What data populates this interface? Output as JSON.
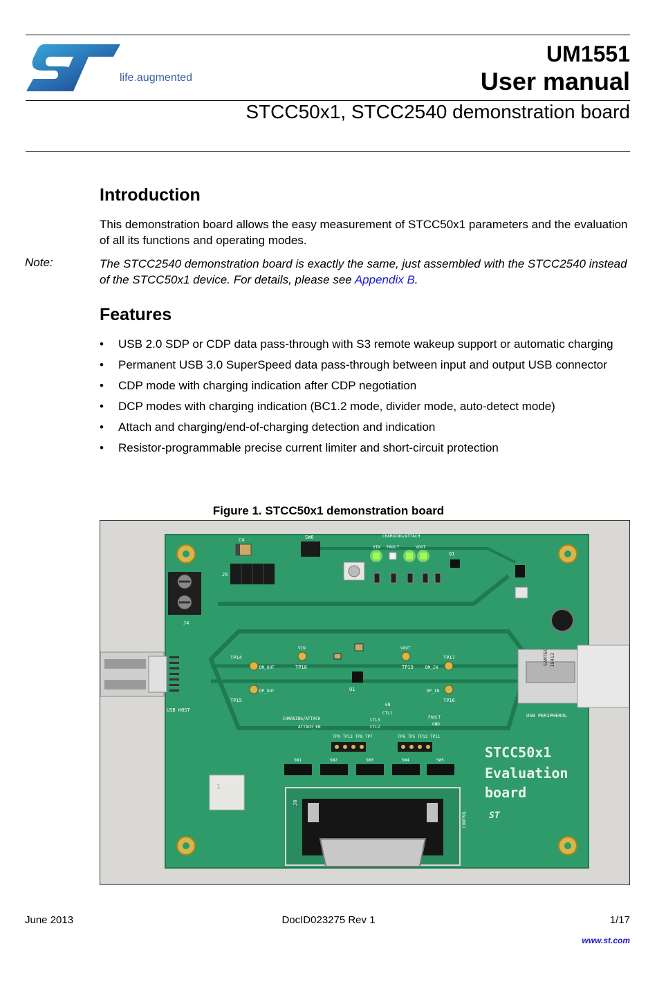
{
  "header": {
    "tagline_pre": "life",
    "tagline_dot": ".",
    "tagline_post": "augmented",
    "doc_id": "UM1551",
    "doc_type": "User manual",
    "subtitle": "STCC50x1, STCC2540 demonstration board"
  },
  "intro": {
    "heading": "Introduction",
    "paragraph": "This demonstration board allows the easy measurement of STCC50x1 parameters and the evaluation of all its functions and operating modes."
  },
  "note": {
    "label": "Note:",
    "text_before": "The STCC2540 demonstration board is exactly the same, just assembled with the STCC2540 instead of the STCC50x1 device. For details, please see ",
    "link_text": "Appendix B",
    "text_after": "."
  },
  "features": {
    "heading": "Features",
    "bullet": "•",
    "items": [
      "USB 2.0 SDP or CDP data pass-through with S3 remote wakeup support or automatic charging",
      "Permanent USB 3.0 SuperSpeed data pass-through between input and output USB connector",
      "CDP mode with charging indication after CDP negotiation",
      "DCP modes with charging indication (BC1.2 mode, divider mode, auto-detect mode)",
      "Attach and charging/end-of-charging detection and indication",
      "Resistor-programmable precise current limiter and short-circuit protection"
    ]
  },
  "figure": {
    "caption": "Figure 1. STCC50x1 demonstration board",
    "board": {
      "cap_c4": "C4",
      "switch_sw6": "SW6",
      "label_charging": "CHARGING/ATTACH",
      "label_fault": "FAULT",
      "label_vout_top": "VOUT",
      "label_vin_top": "VIN",
      "label_q1": "Q1",
      "label_j5": "J5",
      "label_j4": "J4",
      "label_tp18": "TP18",
      "label_tp19": "TP19",
      "label_tp14": "TP14",
      "label_tp15": "TP15",
      "label_tp16": "TP16",
      "label_tp17": "TP17",
      "label_vin": "VIN",
      "label_vout": "VOUT",
      "label_dm_out": "DM_OUT",
      "label_dp_out": "DP_OUT",
      "label_dm_in": "DM_IN",
      "label_dp_in": "DP_IN",
      "label_usb_host": "USB HOST",
      "label_usb_peripheral": "USB PERIPHERAL",
      "label_u1": "U1",
      "label_en": "EN",
      "label_ctl1": "CTL1",
      "label_ctl2": "CTL2",
      "label_ctl3": "CTL3",
      "label_gnd": "GND",
      "label_attach_en": "ATTACH_EN",
      "label_charging_attach2": "CHARGING/ATTACH",
      "label_sw1": "SW1",
      "label_sw2": "SW2",
      "label_sw3": "SW3",
      "label_sw4": "SW4",
      "label_sw5": "SW5",
      "label_j6": "J6",
      "label_control": "CONTROL",
      "label_samtec": "SAMTEC",
      "label_samtec_num": "10413",
      "board_title_1": "STCC50x1",
      "board_title_2": "Evaluation",
      "board_title_3": "board",
      "logo_text": "ST",
      "test_square": "1",
      "tp_group_left": "TP9  TP13  TP8  TP7",
      "tp_group_right": "TP6  TP5  TP12  TP11"
    }
  },
  "footer": {
    "date": "June 2013",
    "doc_ref": "DocID023275 Rev 1",
    "page": "1/17",
    "url": "www.st.com"
  },
  "colors": {
    "st_blue_dark": "#1b3c8c",
    "st_blue_light": "#39a9dc",
    "link": "#1a1ad0",
    "pcb_green": "#2f9a6a",
    "led_green": "#7dff3a"
  }
}
